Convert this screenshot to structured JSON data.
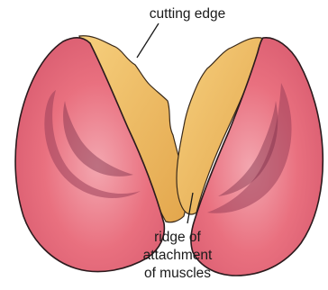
{
  "labels": {
    "top": "cutting edge",
    "bottom_line1": "ridge of",
    "bottom_line2": "attachment",
    "bottom_line3": "of muscles"
  },
  "colors": {
    "lobe_fill": "#e9707f",
    "lobe_light": "#f2a1aa",
    "lobe_outline": "#2b1a1d",
    "lobe_shadow": "#9b3f5a",
    "edge_fill": "#f0bf63",
    "edge_shade": "#d9983c",
    "leader_line": "#1a1a1a"
  }
}
